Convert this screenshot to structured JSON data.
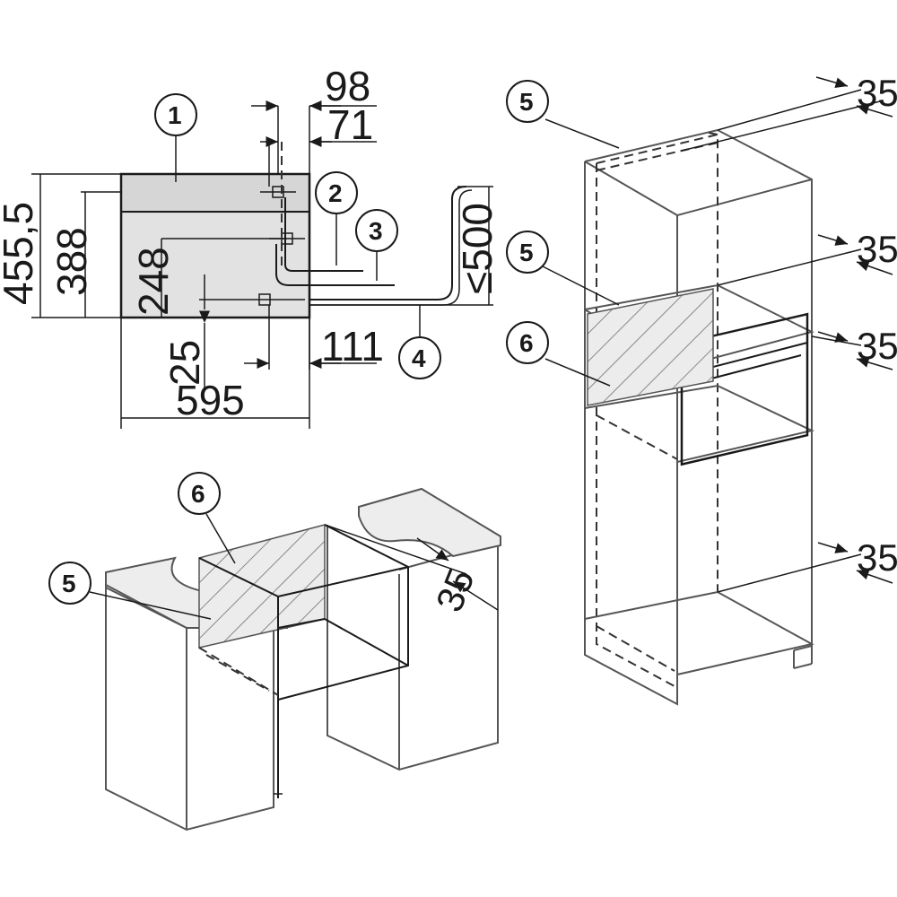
{
  "front_view": {
    "dims": {
      "d98": "98",
      "d71": "71",
      "d455": "455,5",
      "d388": "388",
      "d248": "248",
      "d25": "25",
      "d111": "111",
      "d595": "595",
      "d500": "≤500"
    },
    "callouts": [
      "1",
      "2",
      "3",
      "4"
    ]
  },
  "tall_cabinet": {
    "callouts": [
      "5",
      "5",
      "6"
    ],
    "gaps": [
      "35",
      "35",
      "35",
      "35"
    ]
  },
  "base_cabinet": {
    "callouts": [
      "6",
      "5"
    ],
    "gap": "35"
  },
  "colors": {
    "appliance_fill": "#d6d6d6",
    "line": "#1a1a1a",
    "hatch": "#888888"
  }
}
